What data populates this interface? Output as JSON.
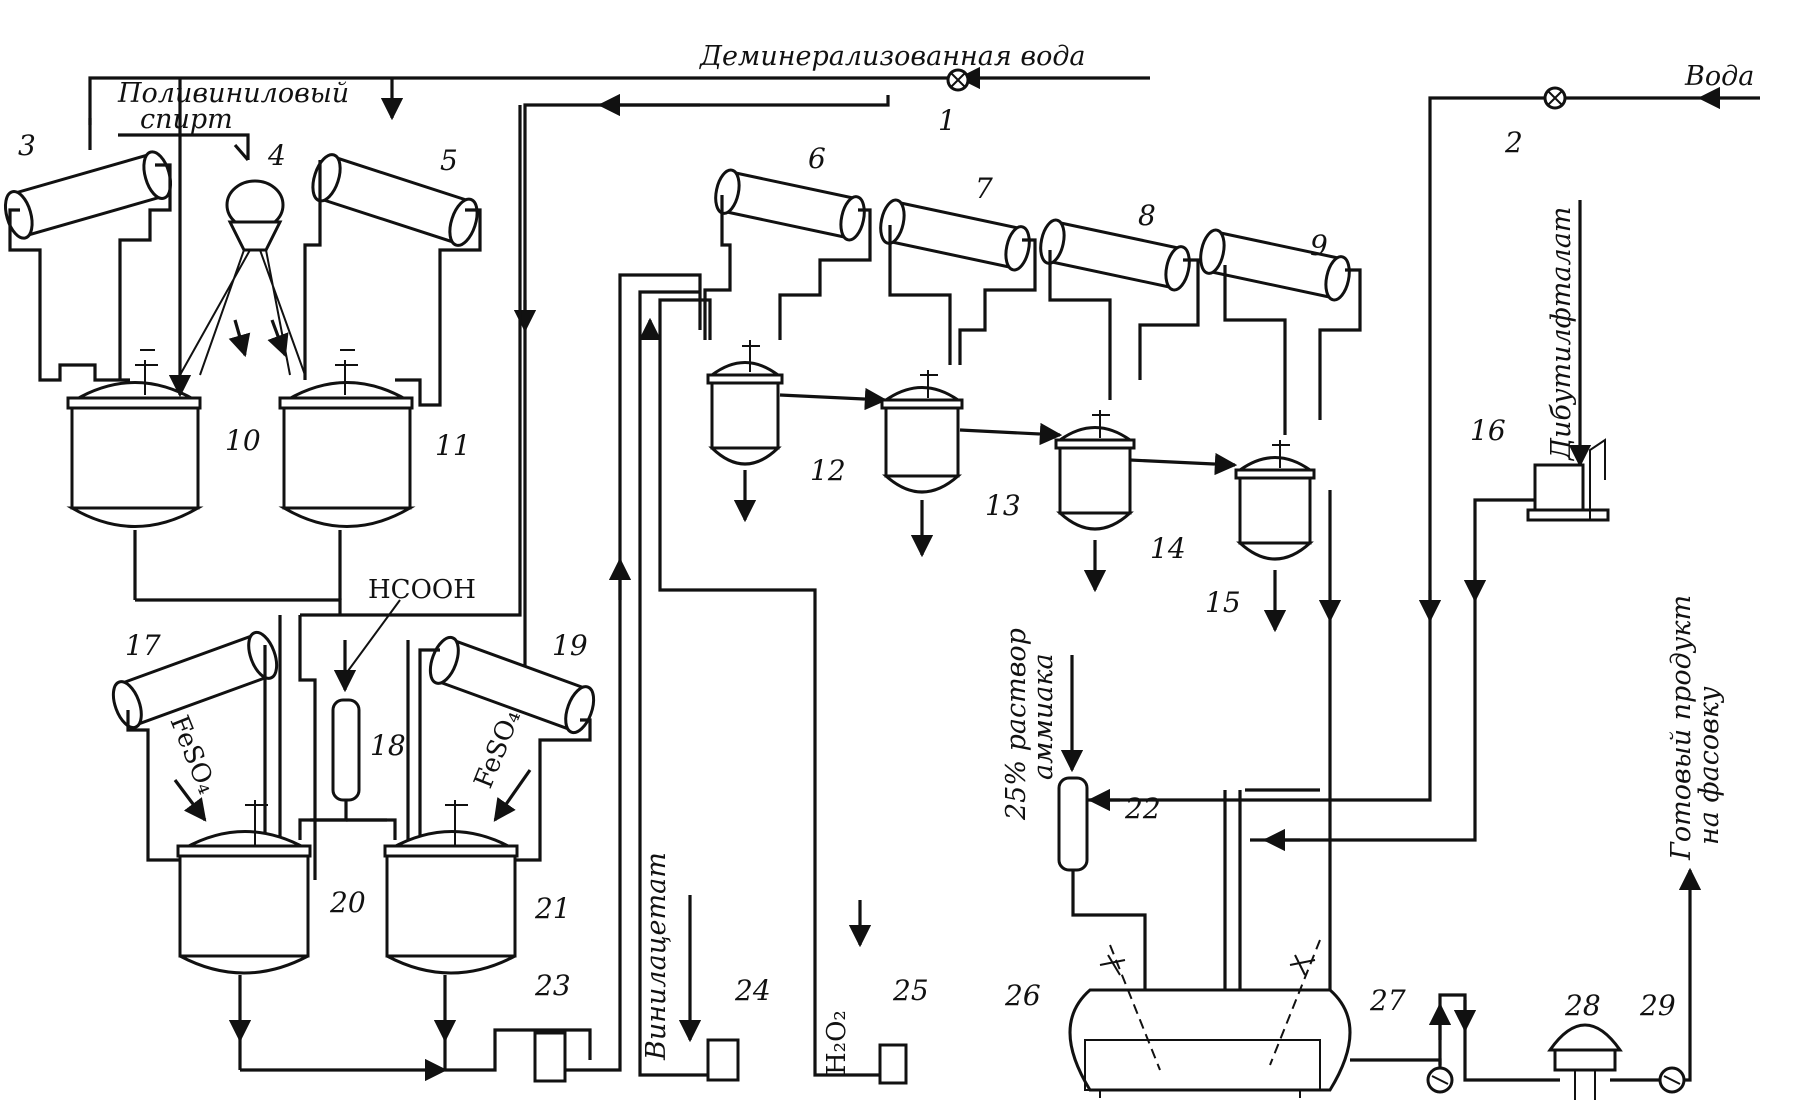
{
  "labels": {
    "demin_water": "Деминерализованная вода",
    "water": "Вода",
    "pva_line1": "Поливиниловый",
    "pva_line2": "спирт",
    "hcooh": "HCOOH",
    "feso4_left": "FeSO₄",
    "feso4_right": "FeSO₄",
    "vinyl_acetate": "Винилацетат",
    "h2o2": "H₂O₂",
    "ammonia_line1": "25% раствор",
    "ammonia_line2": "аммиака",
    "dibutyl_phthalate": "Дибутилфталат",
    "product_line1": "Готовый продукт",
    "product_line2": "на фасовку"
  },
  "equipment_numbers": [
    "1",
    "2",
    "3",
    "4",
    "5",
    "6",
    "7",
    "8",
    "9",
    "10",
    "11",
    "12",
    "13",
    "14",
    "15",
    "16",
    "17",
    "18",
    "19",
    "20",
    "21",
    "22",
    "23",
    "24",
    "25",
    "26",
    "27",
    "28",
    "29"
  ]
}
